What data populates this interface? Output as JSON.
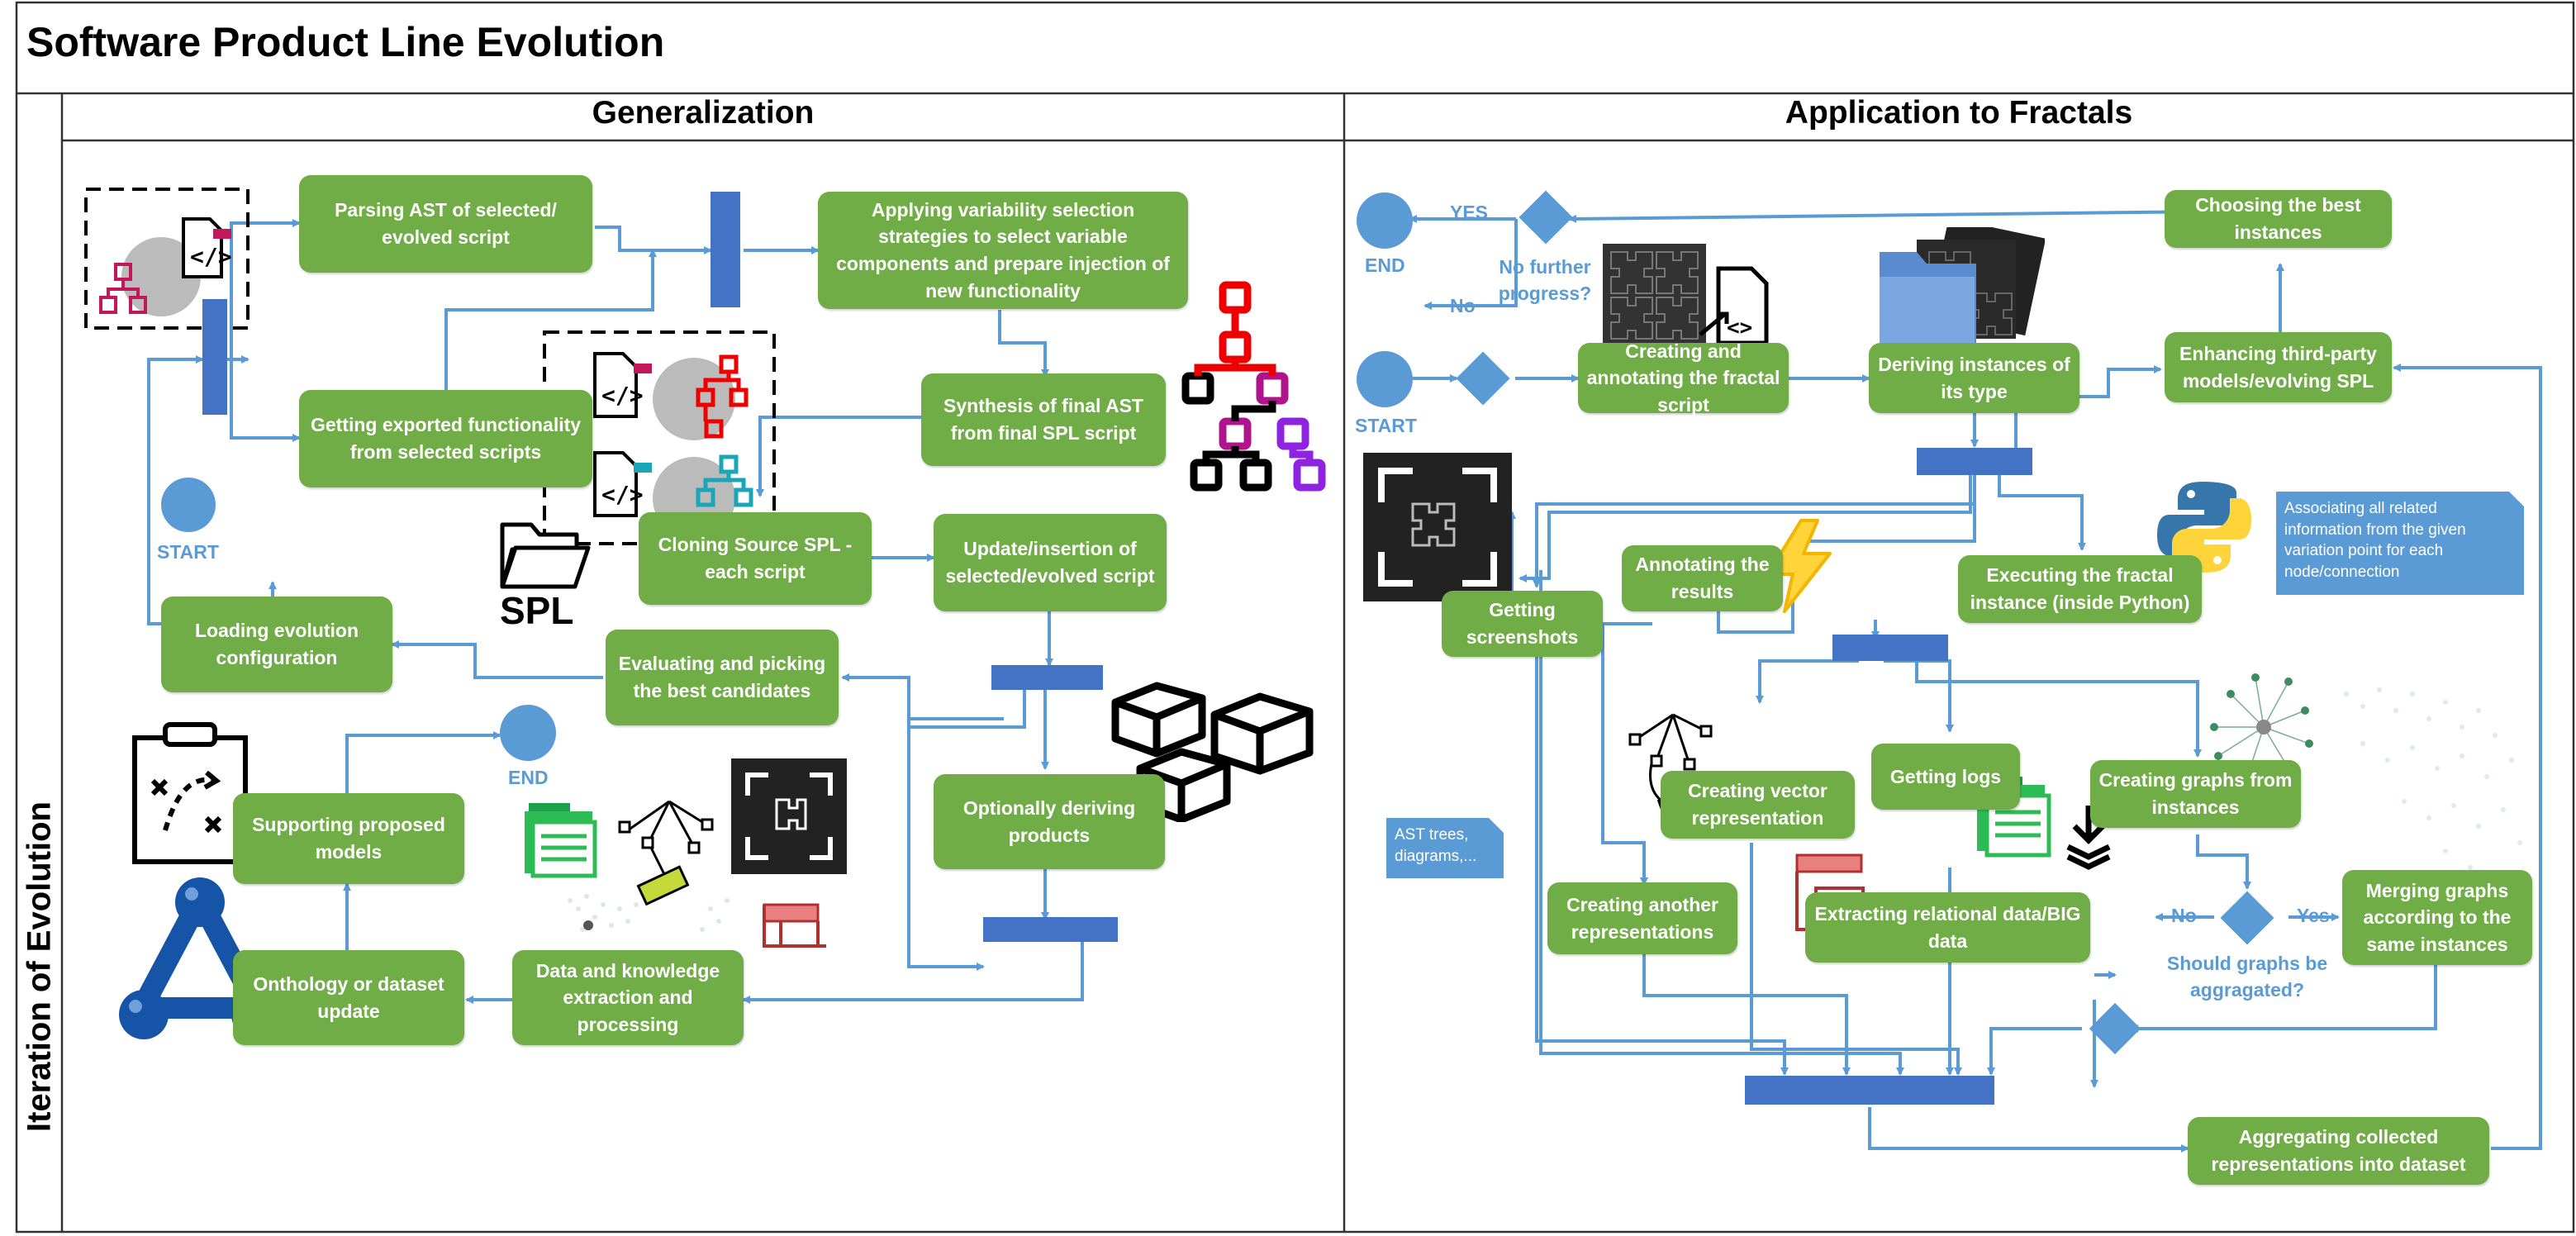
{
  "title": "Software Product Line Evolution",
  "row_label": "Iteration of Evolution",
  "lanes": {
    "left": "Generalization",
    "right": "Application to Fractals"
  },
  "left": {
    "start": "START",
    "end": "END",
    "spl_label": "SPL",
    "steps": {
      "parsing_ast": "Parsing AST of selected/ evolved script",
      "applying_variability": "Applying variability selection strategies to select variable components and prepare injection of new functionality",
      "getting_exported": "Getting exported functionality from selected scripts",
      "synthesis_ast": "Synthesis of final AST from final SPL script",
      "cloning_source": "Cloning Source SPL - each script",
      "update_insertion": "Update/insertion of selected/evolved script",
      "loading_config": "Loading evolution configuration",
      "evaluating_picking": "Evaluating and picking the best candidates",
      "optionally_deriving": "Optionally deriving products",
      "supporting_models": "Supporting proposed models",
      "onthology_update": "Onthology or dataset update",
      "data_knowledge": "Data and knowledge extraction and processing"
    }
  },
  "right": {
    "start": "START",
    "end": "END",
    "yes": "YES",
    "no": "No",
    "no_further": "No further progress?",
    "should_aggregate": "Should graphs be aggragated?",
    "no2": "No",
    "yes2": "Yes",
    "steps": {
      "choosing_best": "Choosing the best instances",
      "creating_annotating": "Creating and annotating the fractal script",
      "deriving_instances": "Deriving instances of its type",
      "enhancing_models": "Enhancing third-party models/evolving SPL",
      "annotating_results": "Annotating the results",
      "getting_screenshots": "Getting screenshots",
      "executing_fractal": "Executing the fractal instance (inside Python)",
      "creating_vector": "Creating vector representation",
      "getting_logs": "Getting logs",
      "creating_graphs": "Creating graphs from instances",
      "creating_another": "Creating another representations",
      "extracting_relational": "Extracting relational data/BIG data",
      "merging_graphs": "Merging graphs according to the same instances",
      "aggregating_dataset": "Aggregating collected representations into dataset"
    },
    "notes": {
      "associating": "Associating all related information from the given variation point for each node/connection",
      "ast_trees": "AST trees, diagrams,..."
    }
  },
  "colors": {
    "step": "#70AD47",
    "bar": "#4472C4",
    "connector": "#5B9BD5",
    "border": "#333333"
  },
  "icons": [
    "code-file-icon",
    "hierarchy-icon",
    "folder-icon",
    "package-boxes-icon",
    "strategy-board-icon",
    "network-icon",
    "dataset-icon",
    "fractal-image-icon",
    "python-icon",
    "lightning-icon",
    "vector-pen-icon",
    "log-file-icon",
    "table-icon",
    "download-icon"
  ]
}
